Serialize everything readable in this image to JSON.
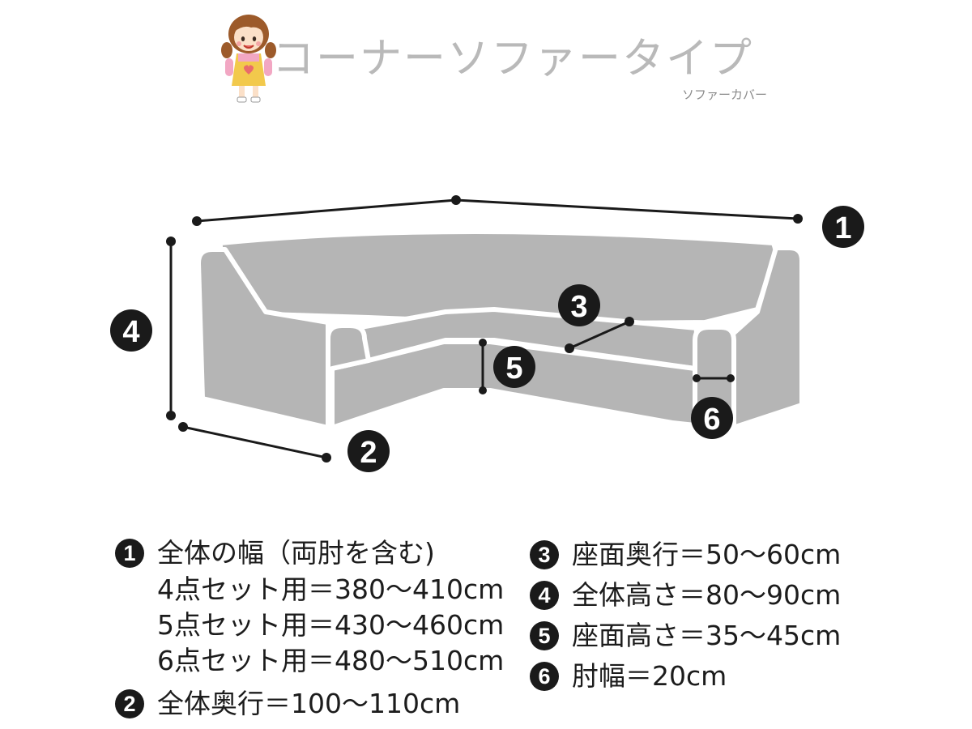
{
  "title": {
    "main": "コーナーソファータイプ",
    "sub": "ソファーカバー"
  },
  "badges": {
    "b1": "1",
    "b2": "2",
    "b3": "3",
    "b4": "4",
    "b5": "5",
    "b6": "6"
  },
  "legend": {
    "item1": {
      "num": "1",
      "label": "全体の幅（両肘を含む)",
      "lines": [
        "4点セット用＝380～410cm",
        "5点セット用＝430～460cm",
        "6点セット用＝480～510cm"
      ]
    },
    "item2": {
      "num": "2",
      "label": "全体奥行＝100～110cm"
    },
    "item3": {
      "num": "3",
      "label": "座面奥行＝50～60cm"
    },
    "item4": {
      "num": "4",
      "label": "全体高さ＝80～90cm"
    },
    "item5": {
      "num": "5",
      "label": "座面高さ＝35～45cm"
    },
    "item6": {
      "num": "6",
      "label": "肘幅＝20cm"
    }
  },
  "colors": {
    "sofa_fill": "#b5b5b5",
    "sofa_outline": "#ffffff",
    "line": "#1a1a1a",
    "title": "#b9b9b9"
  },
  "icons": {
    "mascot": "girl-mascot-icon"
  }
}
